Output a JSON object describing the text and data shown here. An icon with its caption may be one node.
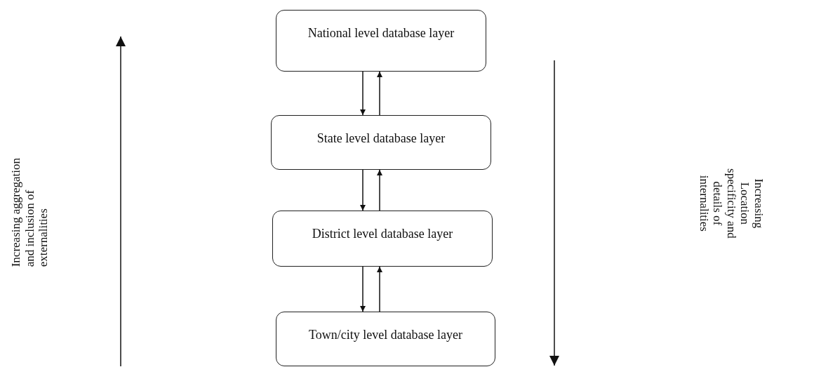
{
  "diagram": {
    "nodes": [
      {
        "text": [
          "National level database layer"
        ]
      },
      {
        "text": [
          "State level database layer"
        ]
      },
      {
        "text": [
          "District level database layer"
        ]
      },
      {
        "text": [
          "Town/city level database layer"
        ]
      }
    ],
    "edges": [
      {
        "from": 0,
        "to": 1,
        "arrow": "to"
      },
      {
        "from": 1,
        "to": 0,
        "arrow": "to"
      },
      {
        "from": 1,
        "to": 2,
        "arrow": "to"
      },
      {
        "from": 2,
        "to": 1,
        "arrow": "to"
      },
      {
        "from": 2,
        "to": 3,
        "arrow": "to"
      },
      {
        "from": 3,
        "to": 2,
        "arrow": "to"
      }
    ],
    "labels": [
      "Increasing aggregation and inclusion of externalities",
      "Increasing Location specificity and details of internalities"
    ]
  }
}
